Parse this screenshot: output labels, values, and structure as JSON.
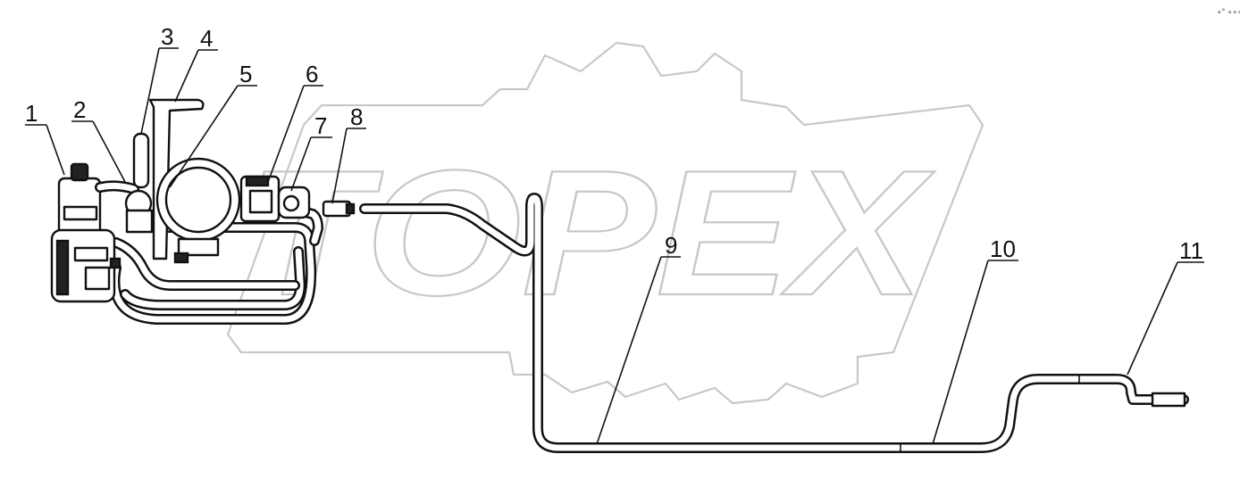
{
  "diagram": {
    "watermark_text": "TOPEX",
    "corner_mark": "∘° ∘∘∘",
    "callouts": [
      "1",
      "2",
      "3",
      "4",
      "5",
      "6",
      "7",
      "8",
      "9",
      "10",
      "11"
    ]
  }
}
